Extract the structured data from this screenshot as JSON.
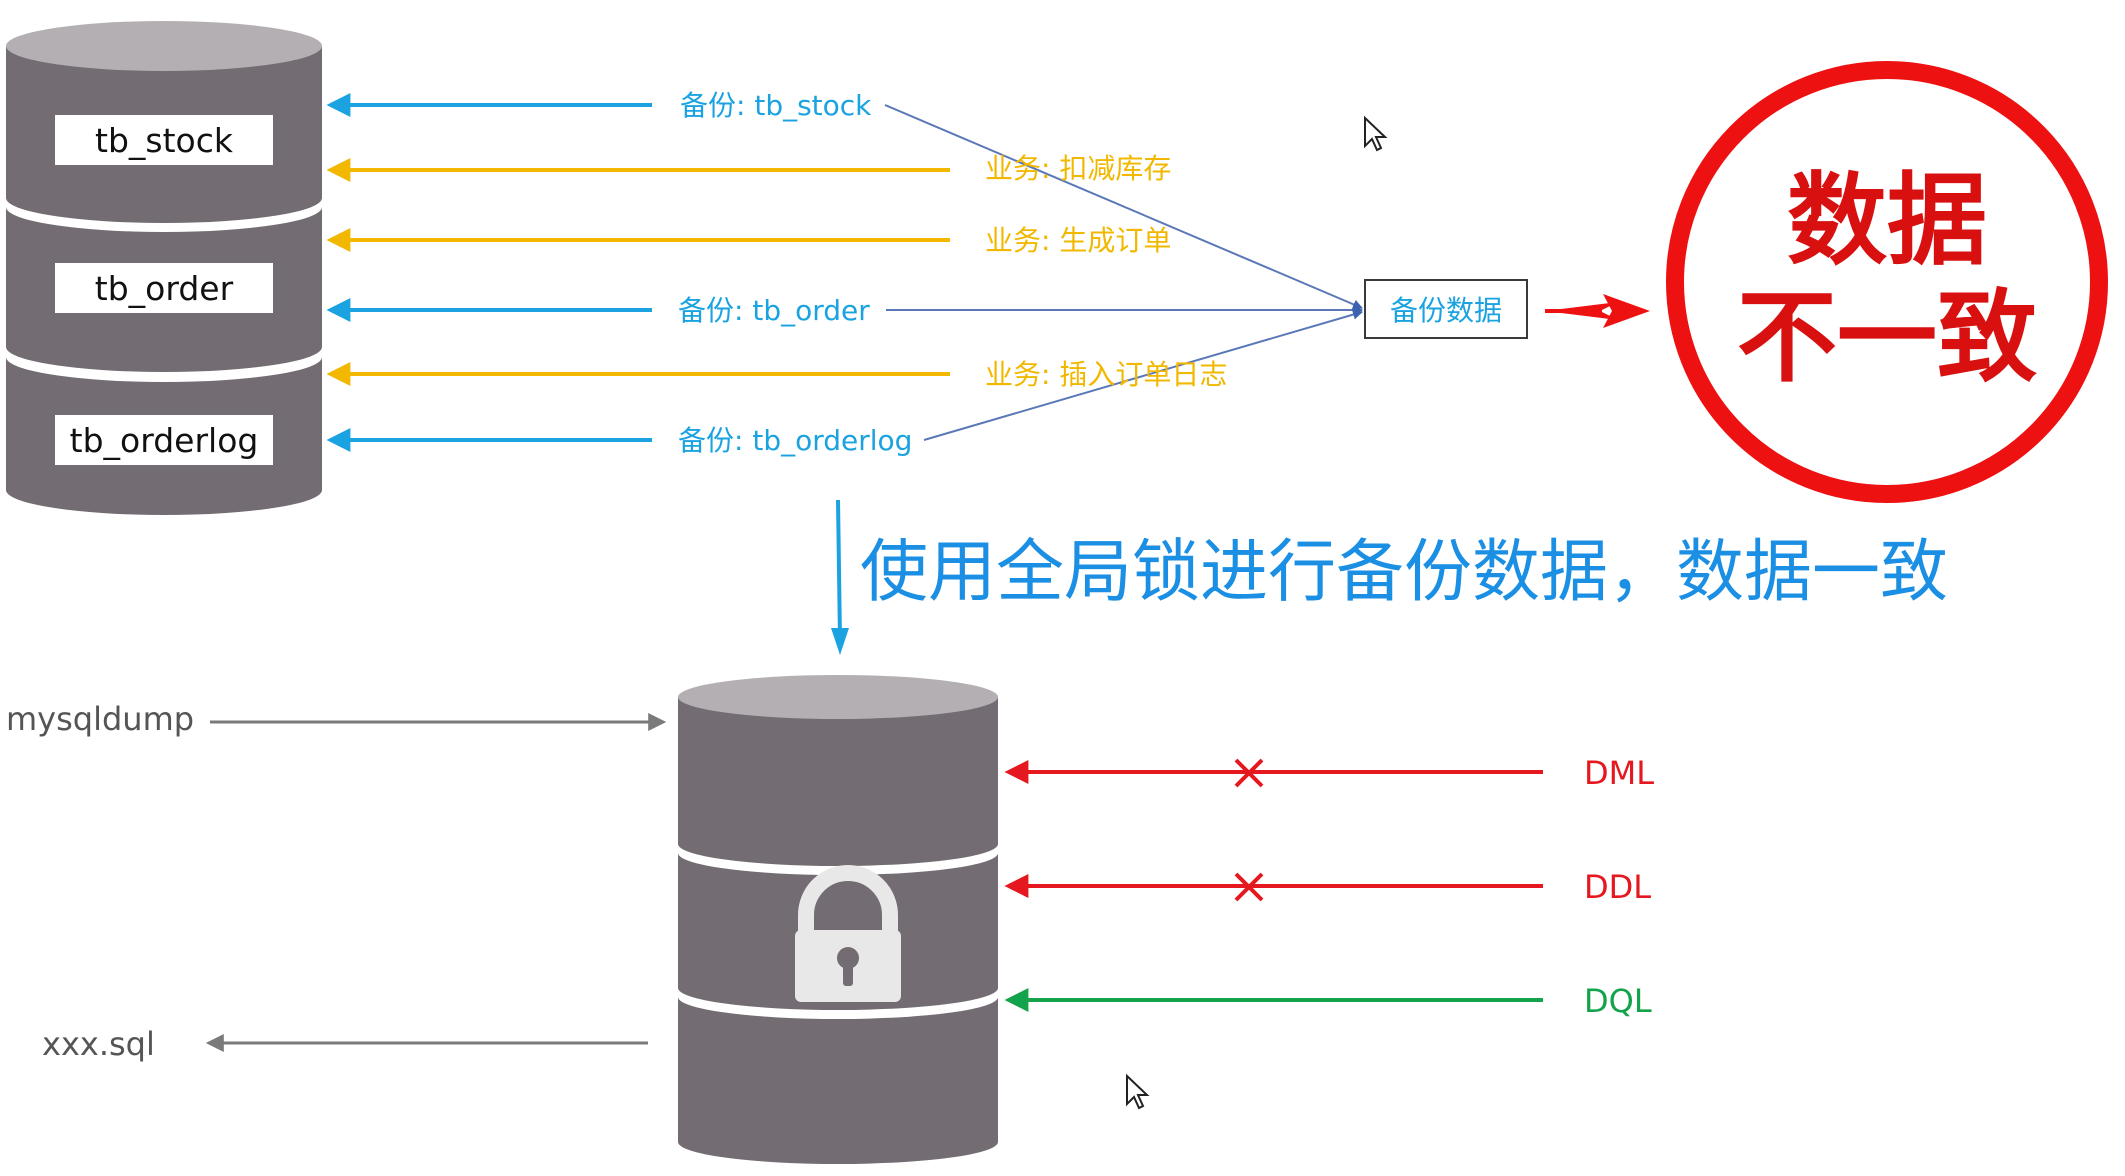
{
  "top_db": {
    "tables": [
      "tb_stock",
      "tb_order",
      "tb_orderlog"
    ]
  },
  "flows": [
    {
      "label": "备份: tb_stock",
      "kind": "backup"
    },
    {
      "label": "业务: 扣减库存",
      "kind": "business"
    },
    {
      "label": "业务: 生成订单",
      "kind": "business"
    },
    {
      "label": "备份: tb_order",
      "kind": "backup"
    },
    {
      "label": "业务: 插入订单日志",
      "kind": "business"
    },
    {
      "label": "备份: tb_orderlog",
      "kind": "backup"
    }
  ],
  "backup_box": "备份数据",
  "stamp": {
    "line1": "数据",
    "line2": "不一致"
  },
  "caption": "使用全局锁进行备份数据，数据一致",
  "dump": {
    "input": "mysqldump",
    "output": "xxx.sql"
  },
  "locked_ops": [
    {
      "label": "DML",
      "blocked": true
    },
    {
      "label": "DDL",
      "blocked": true
    },
    {
      "label": "DQL",
      "blocked": false
    }
  ],
  "colors": {
    "backup": "#1aa3e0",
    "business": "#f2b800",
    "blocked": "#e5171f",
    "allowed": "#13a44b",
    "db_body": "#746c73",
    "db_top": "#b3afb3",
    "stamp": "#ee1111",
    "caption": "#1a8fe3",
    "gray_arrow": "#7a7a7a",
    "box_stroke": "#3a3a3a",
    "converge_line": "#5a78b8"
  }
}
